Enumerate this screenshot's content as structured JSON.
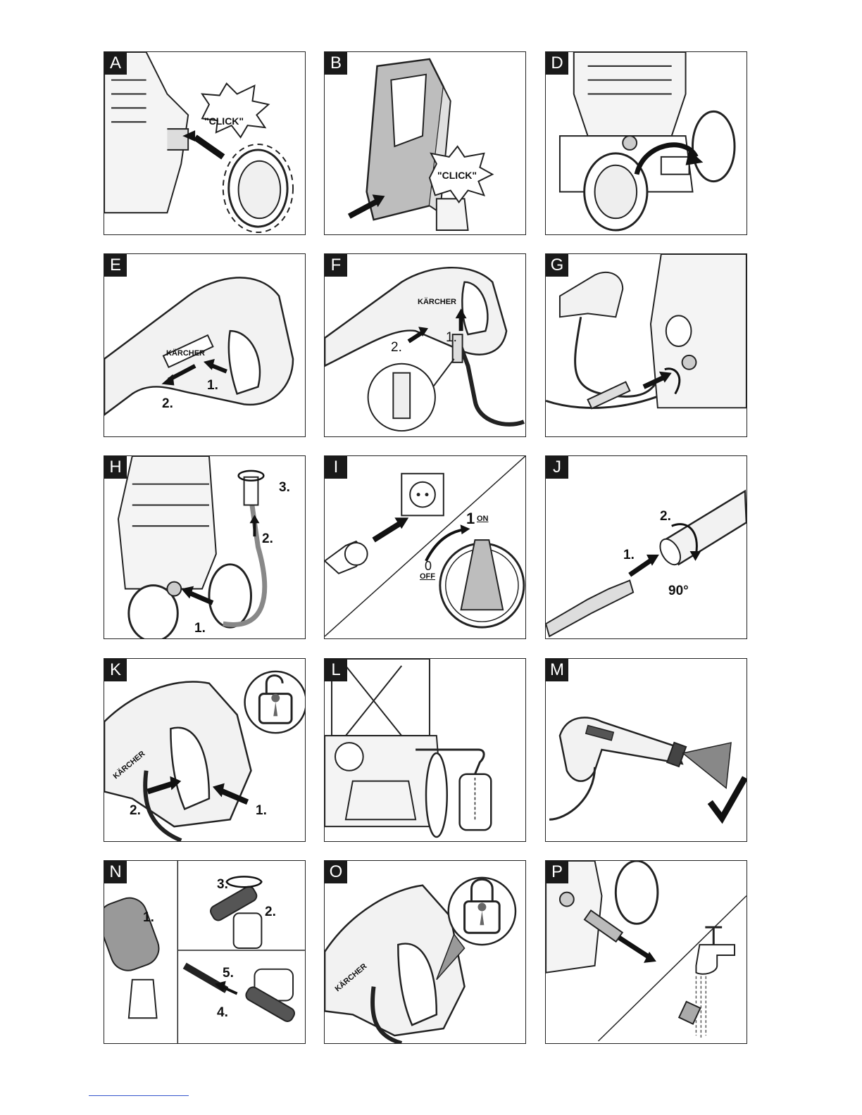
{
  "panels": {
    "A": {
      "tag": "A",
      "click": "\"CLICK\""
    },
    "B": {
      "tag": "B",
      "click": "\"CLICK\""
    },
    "D": {
      "tag": "D"
    },
    "E": {
      "tag": "E",
      "step1": "1.",
      "step2": "2.",
      "brand": "KÄRCHER"
    },
    "F": {
      "tag": "F",
      "step1": "1.",
      "step2": "2.",
      "brand": "KÄRCHER"
    },
    "G": {
      "tag": "G"
    },
    "H": {
      "tag": "H",
      "step1": "1.",
      "step2": "2.",
      "step3": "3."
    },
    "I": {
      "tag": "I",
      "on_num": "1",
      "on_text": "ON",
      "off_num": "0",
      "off_text": "OFF"
    },
    "J": {
      "tag": "J",
      "step1": "1.",
      "step2": "2.",
      "angle": "90°"
    },
    "K": {
      "tag": "K",
      "step1": "1.",
      "step2": "2.",
      "brand": "KÄRCHER"
    },
    "L": {
      "tag": "L"
    },
    "M": {
      "tag": "M"
    },
    "N": {
      "tag": "N",
      "step1": "1.",
      "step2": "2.",
      "step3": "3.",
      "step4": "4.",
      "step5": "5."
    },
    "O": {
      "tag": "O",
      "brand": "KÄRCHER"
    },
    "P": {
      "tag": "P"
    }
  }
}
